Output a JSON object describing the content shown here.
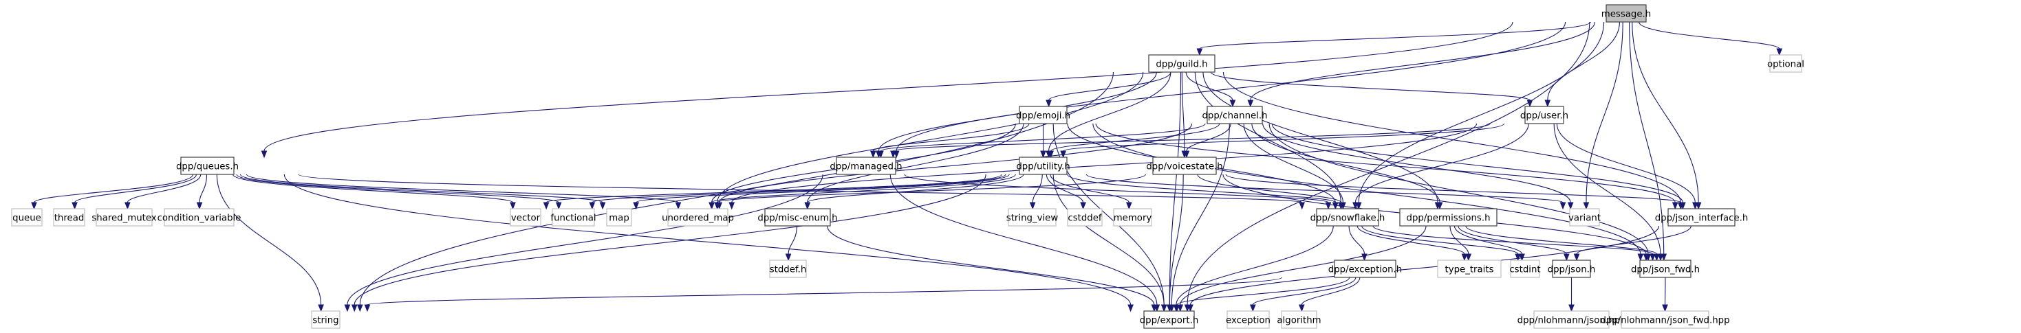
{
  "graph": {
    "title": "message.h include dependency graph",
    "edge_color": "#191970",
    "root_fill": "#bfbfbf",
    "nodes": [
      {
        "id": "message",
        "label": "message.h",
        "kind": "root"
      },
      {
        "id": "guild",
        "label": "dpp/guild.h",
        "kind": "proj"
      },
      {
        "id": "optional",
        "label": "optional",
        "kind": "sys"
      },
      {
        "id": "queues",
        "label": "dpp/queues.h",
        "kind": "proj"
      },
      {
        "id": "emoji",
        "label": "dpp/emoji.h",
        "kind": "proj"
      },
      {
        "id": "channel",
        "label": "dpp/channel.h",
        "kind": "proj"
      },
      {
        "id": "user",
        "label": "dpp/user.h",
        "kind": "proj"
      },
      {
        "id": "managed",
        "label": "dpp/managed.h",
        "kind": "proj"
      },
      {
        "id": "utility",
        "label": "dpp/utility.h",
        "kind": "proj"
      },
      {
        "id": "voicestate",
        "label": "dpp/voicestate.h",
        "kind": "proj"
      },
      {
        "id": "queue",
        "label": "queue",
        "kind": "sys"
      },
      {
        "id": "thread",
        "label": "thread",
        "kind": "sys"
      },
      {
        "id": "shared_mutex",
        "label": "shared_mutex",
        "kind": "sys"
      },
      {
        "id": "condition_variable",
        "label": "condition_variable",
        "kind": "sys"
      },
      {
        "id": "vector",
        "label": "vector",
        "kind": "sys"
      },
      {
        "id": "functional",
        "label": "functional",
        "kind": "sys"
      },
      {
        "id": "map",
        "label": "map",
        "kind": "sys"
      },
      {
        "id": "unordered_map",
        "label": "unordered_map",
        "kind": "sys"
      },
      {
        "id": "misc_enum",
        "label": "dpp/misc-enum.h",
        "kind": "proj"
      },
      {
        "id": "string_view",
        "label": "string_view",
        "kind": "sys"
      },
      {
        "id": "cstddef",
        "label": "cstddef",
        "kind": "sys"
      },
      {
        "id": "memory",
        "label": "memory",
        "kind": "sys"
      },
      {
        "id": "snowflake",
        "label": "dpp/snowflake.h",
        "kind": "proj"
      },
      {
        "id": "permissions",
        "label": "dpp/permissions.h",
        "kind": "proj"
      },
      {
        "id": "variant",
        "label": "variant",
        "kind": "sys"
      },
      {
        "id": "json_interface",
        "label": "dpp/json_interface.h",
        "kind": "proj"
      },
      {
        "id": "stddef",
        "label": "stddef.h",
        "kind": "sys"
      },
      {
        "id": "exception_h",
        "label": "dpp/exception.h",
        "kind": "proj"
      },
      {
        "id": "type_traits",
        "label": "type_traits",
        "kind": "sys"
      },
      {
        "id": "cstdint",
        "label": "cstdint",
        "kind": "sys"
      },
      {
        "id": "json",
        "label": "dpp/json.h",
        "kind": "proj"
      },
      {
        "id": "json_fwd",
        "label": "dpp/json_fwd.h",
        "kind": "proj"
      },
      {
        "id": "string",
        "label": "string",
        "kind": "sys"
      },
      {
        "id": "export",
        "label": "dpp/export.h",
        "kind": "proj"
      },
      {
        "id": "exception",
        "label": "exception",
        "kind": "sys"
      },
      {
        "id": "algorithm",
        "label": "algorithm",
        "kind": "sys"
      },
      {
        "id": "nlohmann_json",
        "label": "dpp/nlohmann/json.hpp",
        "kind": "sys"
      },
      {
        "id": "nlohmann_json_fwd",
        "label": "dpp/nlohmann/json_fwd.hpp",
        "kind": "sys"
      }
    ],
    "edges": [
      [
        "message",
        "guild"
      ],
      [
        "message",
        "optional"
      ],
      [
        "message",
        "queues"
      ],
      [
        "message",
        "managed"
      ],
      [
        "message",
        "channel"
      ],
      [
        "message",
        "user"
      ],
      [
        "message",
        "variant"
      ],
      [
        "message",
        "json_interface"
      ],
      [
        "message",
        "json_fwd"
      ],
      [
        "message",
        "snowflake"
      ],
      [
        "message",
        "export"
      ],
      [
        "guild",
        "emoji"
      ],
      [
        "guild",
        "managed"
      ],
      [
        "guild",
        "utility"
      ],
      [
        "guild",
        "voicestate"
      ],
      [
        "guild",
        "channel"
      ],
      [
        "guild",
        "user"
      ],
      [
        "guild",
        "snowflake"
      ],
      [
        "guild",
        "permissions"
      ],
      [
        "guild",
        "json_interface"
      ],
      [
        "guild",
        "export"
      ],
      [
        "guild",
        "string"
      ],
      [
        "guild",
        "unordered_map"
      ],
      [
        "queues",
        "queue"
      ],
      [
        "queues",
        "thread"
      ],
      [
        "queues",
        "shared_mutex"
      ],
      [
        "queues",
        "condition_variable"
      ],
      [
        "queues",
        "vector"
      ],
      [
        "queues",
        "functional"
      ],
      [
        "queues",
        "map"
      ],
      [
        "queues",
        "unordered_map"
      ],
      [
        "queues",
        "string"
      ],
      [
        "queues",
        "export"
      ],
      [
        "queues",
        "snowflake"
      ],
      [
        "emoji",
        "managed"
      ],
      [
        "emoji",
        "utility"
      ],
      [
        "emoji",
        "misc_enum"
      ],
      [
        "emoji",
        "snowflake"
      ],
      [
        "emoji",
        "json_fwd"
      ],
      [
        "emoji",
        "json_interface"
      ],
      [
        "emoji",
        "export"
      ],
      [
        "emoji",
        "unordered_map"
      ],
      [
        "channel",
        "managed"
      ],
      [
        "channel",
        "utility"
      ],
      [
        "channel",
        "voicestate"
      ],
      [
        "channel",
        "snowflake"
      ],
      [
        "channel",
        "permissions"
      ],
      [
        "channel",
        "json_fwd"
      ],
      [
        "channel",
        "json_interface"
      ],
      [
        "channel",
        "variant"
      ],
      [
        "channel",
        "unordered_map"
      ],
      [
        "channel",
        "export"
      ],
      [
        "user",
        "managed"
      ],
      [
        "user",
        "utility"
      ],
      [
        "user",
        "snowflake"
      ],
      [
        "user",
        "json_fwd"
      ],
      [
        "user",
        "json_interface"
      ],
      [
        "user",
        "unordered_map"
      ],
      [
        "managed",
        "snowflake"
      ],
      [
        "managed",
        "string"
      ],
      [
        "managed",
        "export"
      ],
      [
        "utility",
        "unordered_map"
      ],
      [
        "utility",
        "map"
      ],
      [
        "utility",
        "functional"
      ],
      [
        "utility",
        "vector"
      ],
      [
        "utility",
        "string_view"
      ],
      [
        "utility",
        "cstddef"
      ],
      [
        "utility",
        "memory"
      ],
      [
        "utility",
        "misc_enum"
      ],
      [
        "utility",
        "snowflake"
      ],
      [
        "utility",
        "export"
      ],
      [
        "utility",
        "string"
      ],
      [
        "utility",
        "variant"
      ],
      [
        "voicestate",
        "snowflake"
      ],
      [
        "voicestate",
        "json_interface"
      ],
      [
        "voicestate",
        "json_fwd"
      ],
      [
        "voicestate",
        "export"
      ],
      [
        "voicestate",
        "unordered_map"
      ],
      [
        "misc_enum",
        "stddef"
      ],
      [
        "misc_enum",
        "export"
      ],
      [
        "snowflake",
        "exception_h"
      ],
      [
        "snowflake",
        "type_traits"
      ],
      [
        "snowflake",
        "cstdint"
      ],
      [
        "snowflake",
        "json_fwd"
      ],
      [
        "snowflake",
        "export"
      ],
      [
        "permissions",
        "type_traits"
      ],
      [
        "permissions",
        "cstdint"
      ],
      [
        "permissions",
        "json"
      ],
      [
        "permissions",
        "json_fwd"
      ],
      [
        "permissions",
        "export"
      ],
      [
        "json_interface",
        "json"
      ],
      [
        "json_interface",
        "export"
      ],
      [
        "exception_h",
        "exception"
      ],
      [
        "exception_h",
        "algorithm"
      ],
      [
        "exception_h",
        "string"
      ],
      [
        "exception_h",
        "export"
      ],
      [
        "json",
        "nlohmann_json"
      ],
      [
        "json_fwd",
        "nlohmann_json_fwd"
      ]
    ]
  }
}
